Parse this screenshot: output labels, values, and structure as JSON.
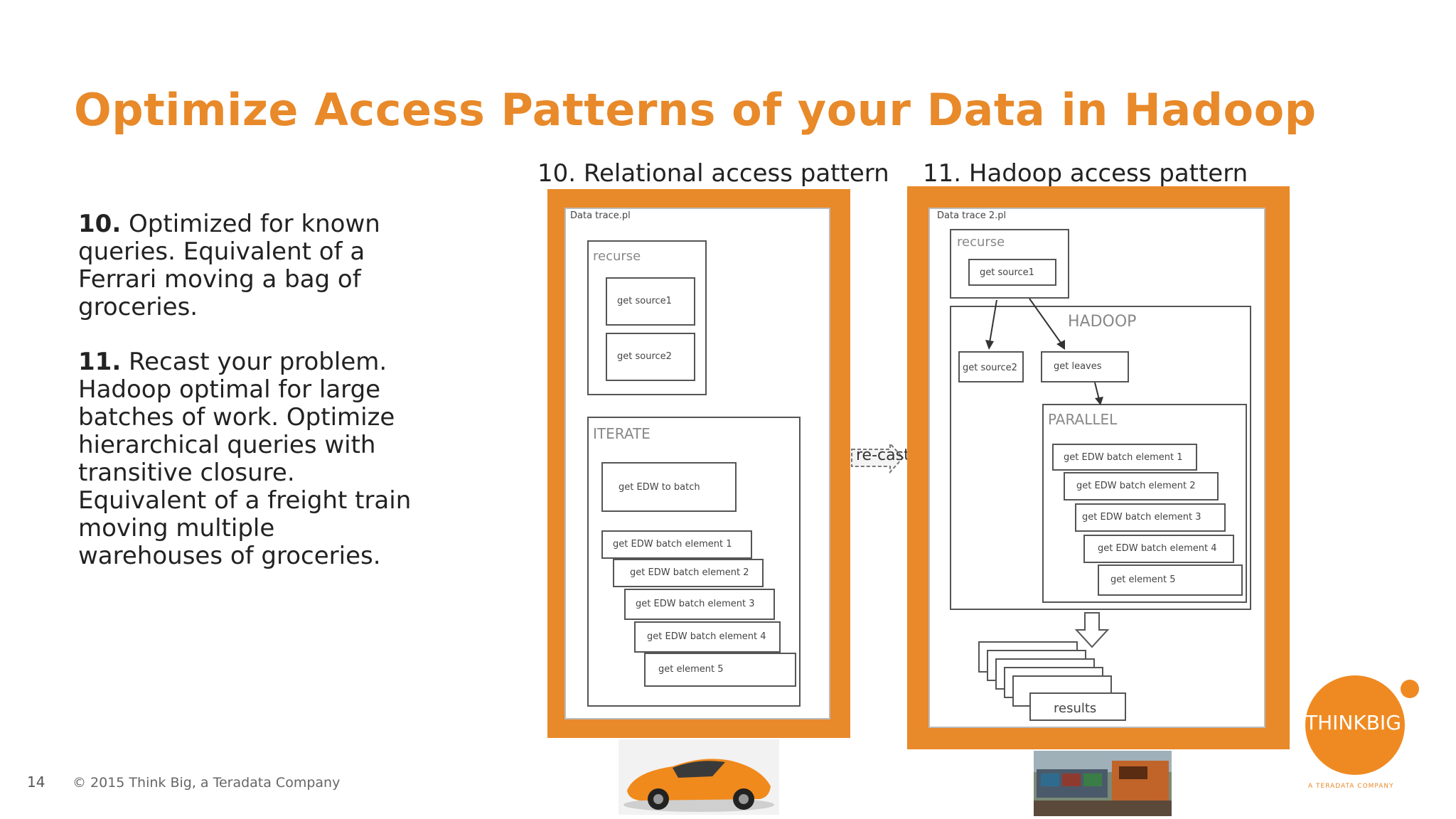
{
  "slide": {
    "title": "Optimize Access Patterns of your Data in Hadoop",
    "page_number": "14",
    "copyright": "© 2015 Think Big, a Teradata Company"
  },
  "body": {
    "p1_lead": "10.",
    "p1_text": " Optimized for known queries.  Equivalent of a Ferrari moving a bag of groceries.",
    "p2_lead": "11.",
    "p2_text": " Recast your problem. Hadoop optimal for large batches of work. Optimize hierarchical queries with transitive closure. Equivalent of a freight train moving multiple warehouses of groceries."
  },
  "left_diagram": {
    "caption": "10. Relational access pattern",
    "file": "Data trace.pl",
    "recurse": "recurse",
    "source1": "get source1",
    "source2": "get source2",
    "iterate": "ITERATE",
    "batch": "get EDW to batch",
    "elements": [
      "get EDW batch element 1",
      "get EDW batch element 2",
      "get EDW batch element 3",
      "get EDW batch element 4",
      "get element 5"
    ]
  },
  "recast_label": "re-cast",
  "right_diagram": {
    "caption": "11. Hadoop access pattern",
    "file": "Data trace 2.pl",
    "recurse": "recurse",
    "source1": "get source1",
    "hadoop": "HADOOP",
    "source2": "get source2",
    "leaves": "get leaves",
    "parallel": "PARALLEL",
    "elements": [
      "get EDW batch element 1",
      "get EDW batch element 2",
      "get EDW batch element 3",
      "get EDW batch element 4",
      "get element 5"
    ],
    "results": "results"
  },
  "logo": {
    "text": "THINKBIG",
    "subtitle": "A TERADATA COMPANY"
  },
  "colors": {
    "accent": "#e8892a",
    "text": "#222222"
  }
}
